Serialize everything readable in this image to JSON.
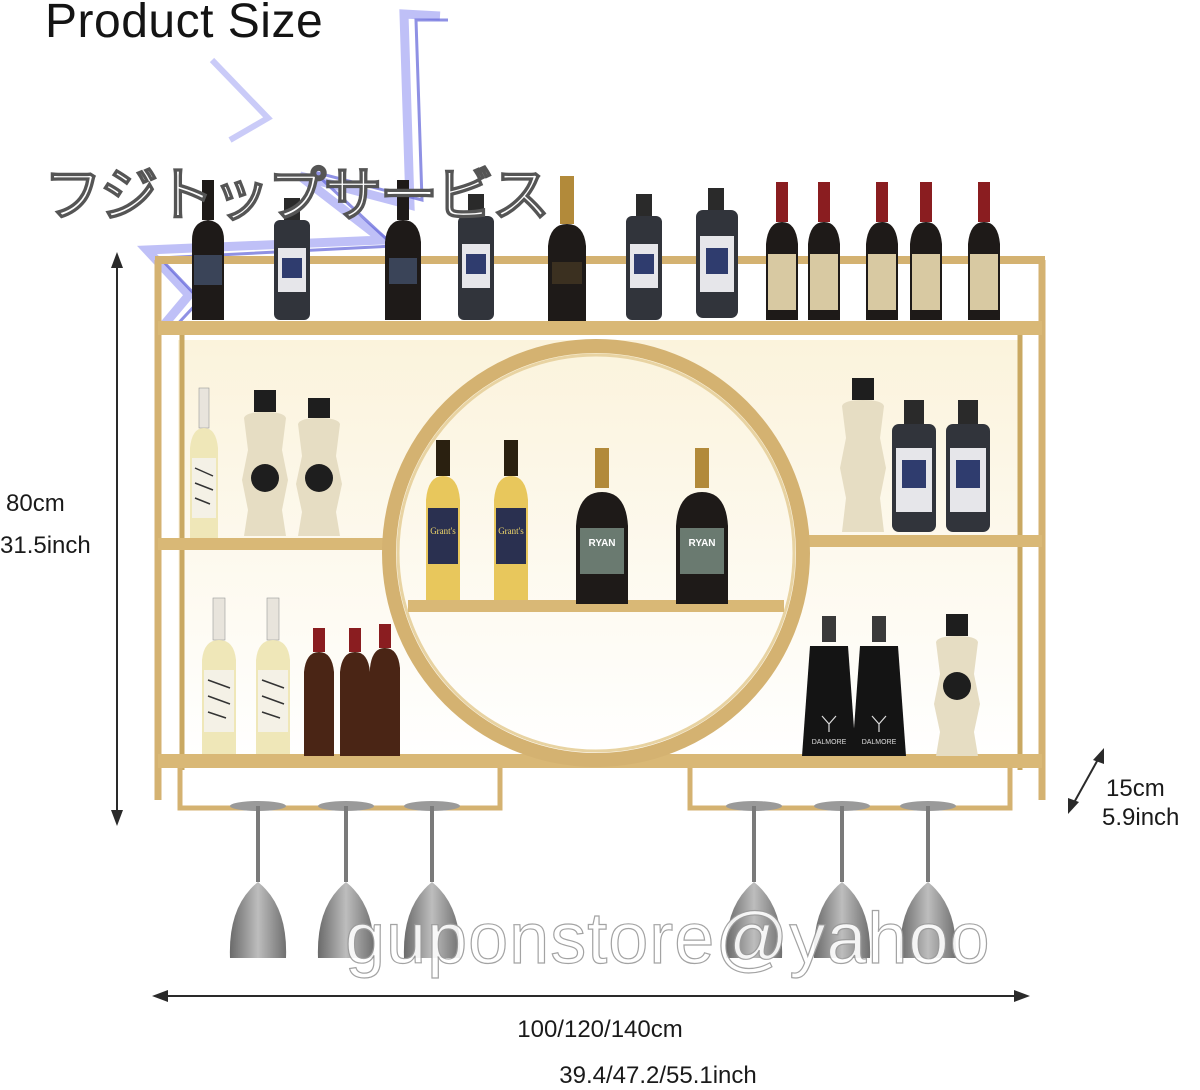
{
  "header": {
    "title": "Product Size"
  },
  "watermarks": {
    "shop_name": "フジトップサービス",
    "email": "guponstore@yahoo"
  },
  "dimensions": {
    "height_cm": "80cm",
    "height_inch": "31.5inch",
    "depth_cm": "15cm",
    "depth_inch": "5.9inch",
    "width_cm": "100/120/140cm",
    "width_inch": "39.4/47.2/55.1inch"
  },
  "bottle_labels": {
    "grants": "Grant's",
    "ryan": "RYAN",
    "dalmore": "DALMORE"
  },
  "colors": {
    "frame_gold": "#d4b271",
    "frame_glow": "#f8edce",
    "arrow": "#2a2a2a",
    "logo_blue": "#6f72e8",
    "dark_bottle": "#1e1a18",
    "wine_red": "#8a1d20",
    "cream": "#e6ddc3"
  }
}
